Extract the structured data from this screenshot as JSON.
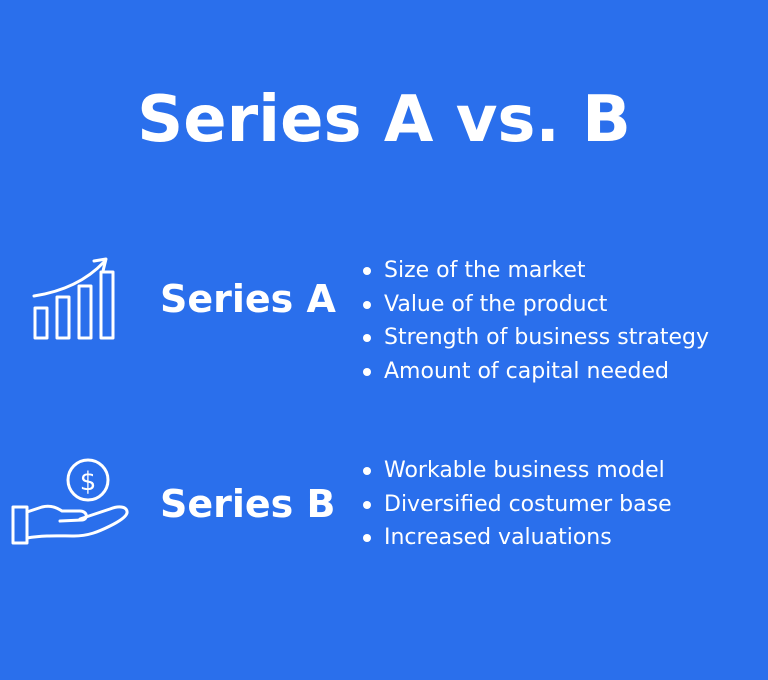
{
  "page": {
    "title": "Series A vs. B",
    "background_color": "#2a6fec",
    "text_color": "#ffffff"
  },
  "sections": [
    {
      "label": "Series A",
      "icon": "growth-bar-chart-icon",
      "bullets": [
        "Size of the market",
        "Value of the product",
        "Strength of business strategy",
        "Amount of capital needed"
      ]
    },
    {
      "label": "Series B",
      "icon": "hand-holding-dollar-coin-icon",
      "bullets": [
        "Workable business model",
        "Diversified costumer base",
        "Increased valuations"
      ]
    }
  ]
}
